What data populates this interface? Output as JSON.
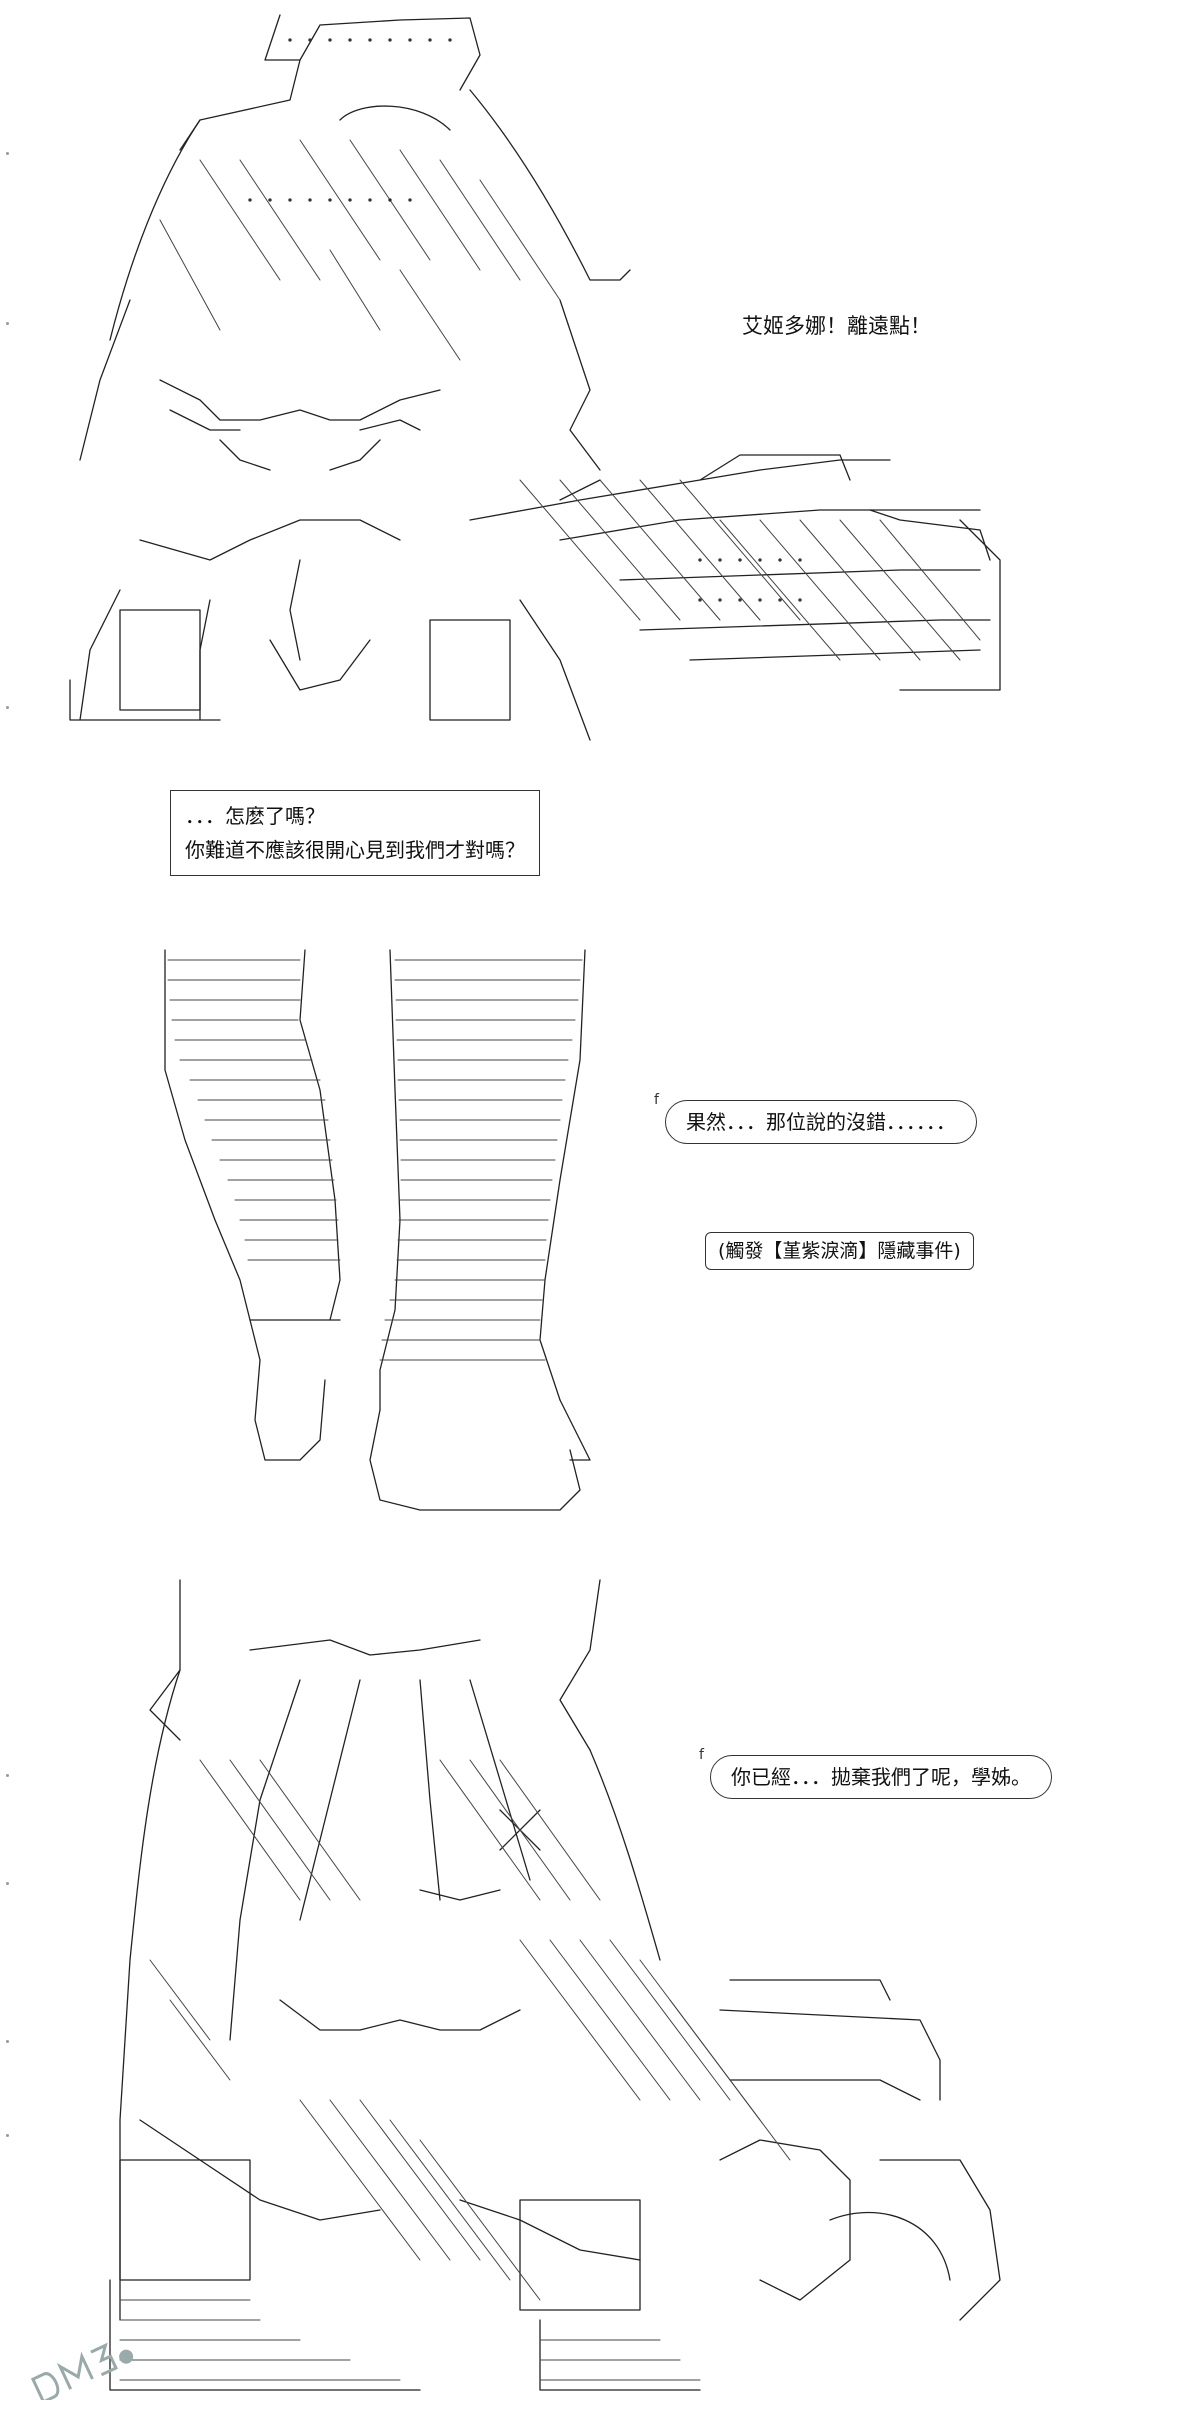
{
  "panel1": {
    "speech": "艾姬多娜！離遠點！"
  },
  "panel2": {
    "line1": "．．．怎麽了嗎？",
    "line2": "你難道不應該很開心見到我們才對嗎？"
  },
  "panel3": {
    "bubble_text": "果然．．．那位說的沒錯．．．．．．",
    "event_text": "(觸發【堇紫淚滴】隱藏事件)"
  },
  "panel4": {
    "bubble_text": "你已經．．．拋棄我們了呢，學姊。"
  }
}
